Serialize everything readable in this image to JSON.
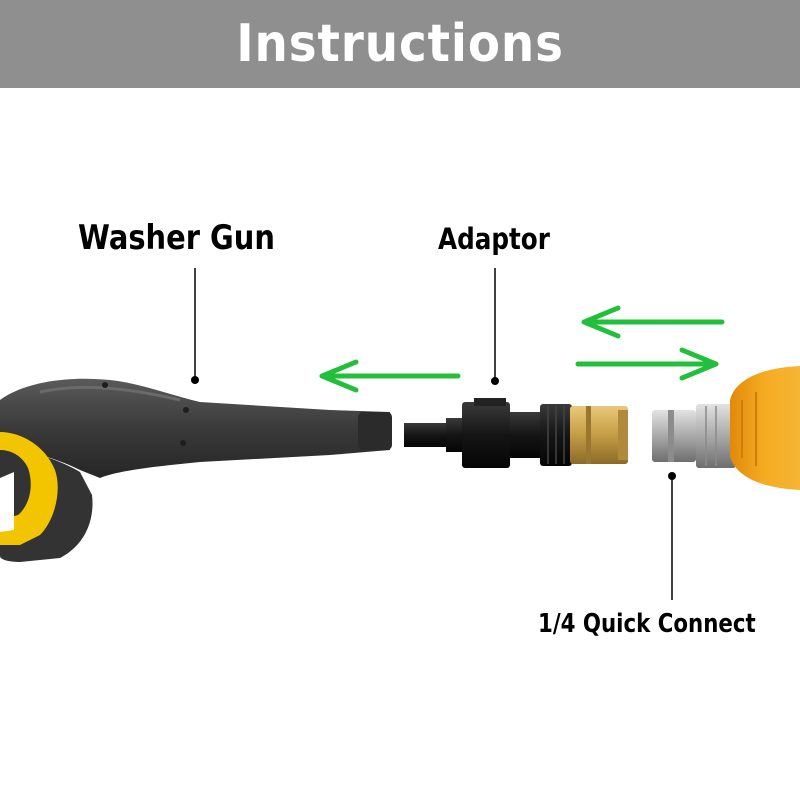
{
  "banner": {
    "title": "Instructions"
  },
  "labels": {
    "washer_gun": "Washer Gun",
    "adaptor": "Adaptor",
    "quick_connect": "1/4 Quick Connect"
  },
  "colors": {
    "banner_bg": "#8f8f8f",
    "arrow_green": "#22c03a",
    "gun_body": "#3d3d3d",
    "gun_grip_yellow": "#f2c500",
    "brass": "#c9a14a",
    "nozzle_orange": "#f2a218",
    "steel": "#a9a9a9"
  },
  "icons": {
    "flow_arrows": [
      "arrow-left-icon",
      "arrow-left-icon",
      "arrow-right-icon"
    ]
  }
}
